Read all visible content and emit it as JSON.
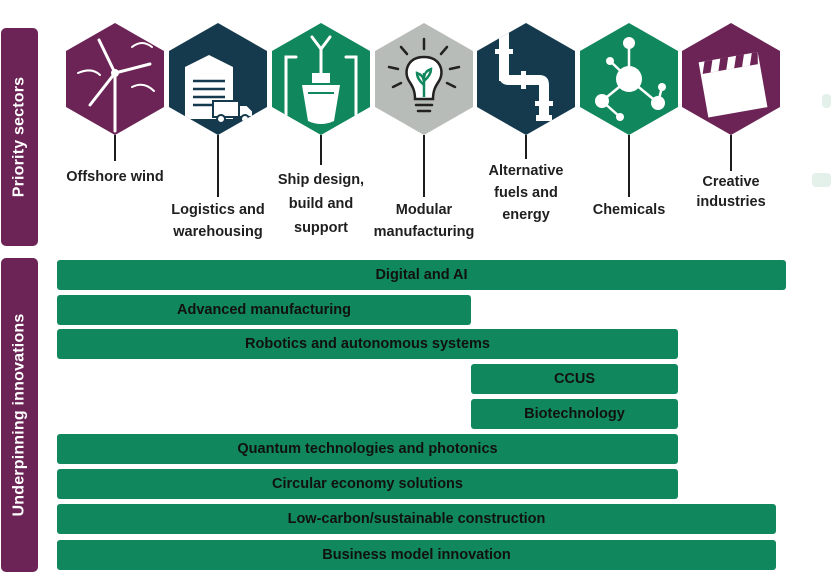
{
  "side_labels": {
    "priority": "Priority sectors",
    "innovations": "Underpinning innovations"
  },
  "sectors": [
    {
      "label": "Offshore wind",
      "icon": "wind-turbine-icon",
      "color": "#6b2455"
    },
    {
      "label_lines": [
        "Logistics and",
        "warehousing"
      ],
      "icon": "warehouse-truck-icon",
      "color": "#163a4d"
    },
    {
      "label_lines": [
        "Ship design,",
        "build and",
        "support"
      ],
      "icon": "ship-icon",
      "color": "#11875d"
    },
    {
      "label_lines": [
        "Modular",
        "manufacturing"
      ],
      "icon": "lightbulb-icon",
      "color": "#b8bcb9"
    },
    {
      "label_lines": [
        "Alternative",
        "fuels and",
        "energy"
      ],
      "icon": "pipes-icon",
      "color": "#163a4d"
    },
    {
      "label": "Chemicals",
      "icon": "molecule-icon",
      "color": "#11875d"
    },
    {
      "label_lines": [
        "Creative",
        "industries"
      ],
      "icon": "clapperboard-icon",
      "color": "#6b2455"
    }
  ],
  "innovations": [
    "Digital and AI",
    "Advanced manufacturing",
    "Robotics and autonomous systems",
    "CCUS",
    "Biotechnology",
    "Quantum technologies and photonics",
    "Circular economy solutions",
    "Low-carbon/sustainable construction",
    "Business model innovation"
  ],
  "colors": {
    "bar_green": "#11875d",
    "plum": "#6b2455",
    "navy": "#163a4d",
    "grey": "#b8bcb9"
  }
}
